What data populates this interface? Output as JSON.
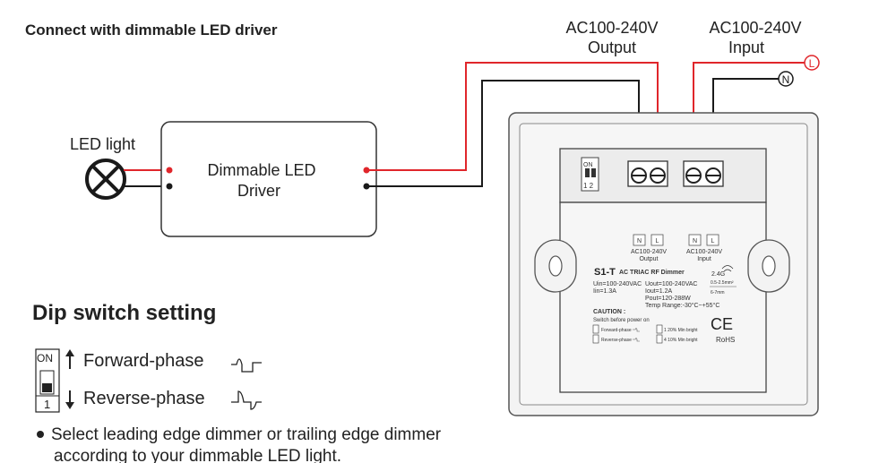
{
  "title": "Connect with dimmable LED driver",
  "led_light_label": "LED light",
  "driver": {
    "line1": "Dimmable LED",
    "line2": "Driver"
  },
  "output": {
    "line1": "AC100-240V",
    "line2": "Output"
  },
  "input": {
    "line1": "AC100-240V",
    "line2": "Input"
  },
  "terminal_L": "L",
  "terminal_N": "N",
  "dip": {
    "heading": "Dip switch setting",
    "on_label": "ON",
    "pos_label": "1",
    "forward": "Forward-phase",
    "reverse": "Reverse-phase"
  },
  "note": {
    "line1": "Select leading edge dimmer or trailing edge dimmer",
    "line2": "according to your dimmable LED light."
  },
  "device": {
    "dip_on": "ON",
    "dip_nums": "1 2",
    "out_n": "N",
    "out_l": "L",
    "in_n": "N",
    "in_l": "L",
    "out_label1": "AC100-240V",
    "out_label2": "Output",
    "in_label1": "AC100-240V",
    "in_label2": "Input",
    "model": "S1-T",
    "model_desc": "AC TRIAC RF Dimmer",
    "uin": "Uin=100-240VAC",
    "iin": "Iin=1.3A",
    "uout": "Uout=100-240VAC",
    "iout": "Iout=1.2A",
    "pout": "Pout=120-288W",
    "temp": "Temp Range:-30°C~+55°C",
    "rf": "2.4G",
    "wire1": "0.5-2.5mm²",
    "wire2": "6-7mm",
    "caution": "CAUTION :",
    "caution_note": "Switch before power on",
    "fwd_small": "Forward-phase",
    "rev_small": "Reverse-phase",
    "opt1": "1 20% Min bright",
    "opt2": "4 10% Min bright",
    "ce": "CE",
    "rohs": "RoHS"
  },
  "colors": {
    "live": "#e0262b",
    "neutral": "#1a1a1a",
    "device_fill": "#f3f3f3"
  }
}
